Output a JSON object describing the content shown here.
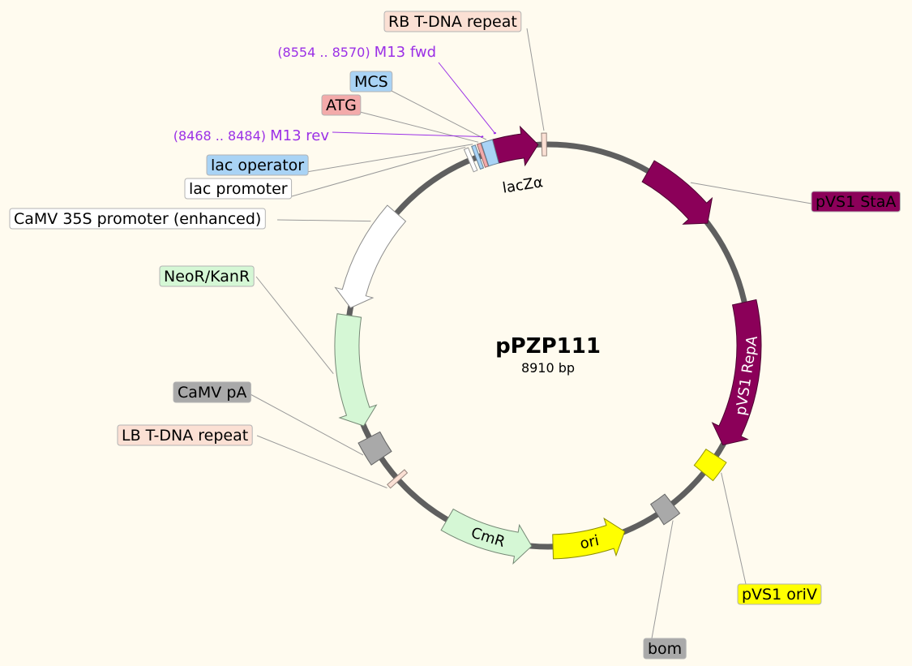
{
  "plasmid": {
    "name": "pPZP111",
    "size_label": "8910 bp",
    "total_bp": 8910
  },
  "colors": {
    "background": "#fffbef",
    "backbone": "#5f5f5f",
    "magenta": "#8b0059",
    "yellow": "#ffff00",
    "green": "#d5f7d5",
    "gray": "#a9a9a9",
    "blue": "#a9d3f5",
    "pink": "#f3aaaa",
    "peach": "#fbe0d4",
    "white": "#ffffff",
    "primer": "#9b30e6"
  },
  "features": [
    {
      "id": "lacz",
      "type": "arrow",
      "label": "lacZα",
      "start": 8536,
      "end": 8840,
      "dir": 1,
      "color": "magenta",
      "label_mode": "outside"
    },
    {
      "id": "stata",
      "type": "arrow",
      "label": "pVS1 StaA",
      "start": 740,
      "end": 1300,
      "dir": 1,
      "color": "magenta"
    },
    {
      "id": "repa",
      "type": "arrow",
      "label": "pVS1 RepA",
      "start": 1920,
      "end": 2960,
      "dir": 1,
      "color": "magenta",
      "label_mode": "inside",
      "text_color": "#ffffff"
    },
    {
      "id": "oriv",
      "type": "box",
      "label": "pVS1 oriV",
      "start": 3050,
      "end": 3200,
      "color": "yellow"
    },
    {
      "id": "bom",
      "type": "box",
      "label": "bom",
      "start": 3510,
      "end": 3640,
      "color": "gray"
    },
    {
      "id": "ori",
      "type": "arrow",
      "label": "ori",
      "start": 3900,
      "end": 4420,
      "dir": -1,
      "color": "yellow",
      "label_mode": "inside",
      "text_color": "#000000"
    },
    {
      "id": "cmr",
      "type": "arrow",
      "label": "CmR",
      "start": 4570,
      "end": 5200,
      "dir": -1,
      "color": "green",
      "label_mode": "inside",
      "text_color": "#000000"
    },
    {
      "id": "lbrepeat",
      "type": "box",
      "label": "LB T-DNA repeat",
      "start": 5640,
      "end": 5672,
      "color": "peach"
    },
    {
      "id": "camvpa",
      "type": "box",
      "label": "CaMV pA",
      "start": 5840,
      "end": 6010,
      "color": "gray"
    },
    {
      "id": "neor",
      "type": "arrow",
      "label": "NeoR/KanR",
      "start": 6100,
      "end": 6895,
      "dir": -1,
      "color": "green"
    },
    {
      "id": "camv35s",
      "type": "arrow",
      "label": "CaMV 35S promoter (enhanced)",
      "start": 6950,
      "end": 7700,
      "dir": -1,
      "color": "white"
    },
    {
      "id": "lacpromoter",
      "type": "box",
      "label": "lac promoter",
      "start": 8336,
      "end": 8366,
      "color": "white"
    },
    {
      "id": "lacoperator",
      "type": "box",
      "label": "lac operator",
      "start": 8392,
      "end": 8414,
      "color": "blue"
    },
    {
      "id": "atg",
      "type": "box",
      "label": "ATG",
      "start": 8438,
      "end": 8446,
      "color": "pink"
    },
    {
      "id": "mcs",
      "type": "box",
      "label": "MCS",
      "start": 8458,
      "end": 8536,
      "color": "blue"
    },
    {
      "id": "rbrepeat",
      "type": "box",
      "label": "RB T-DNA repeat",
      "start": 8866,
      "end": 8900,
      "color": "peach"
    }
  ],
  "primers": [
    {
      "id": "m13rev",
      "name": "M13 rev",
      "range": "(8468 .. 8484)",
      "start": 8468,
      "end": 8484,
      "color": "primer"
    },
    {
      "id": "m13fwd",
      "name": "M13 fwd",
      "range": "(8554 .. 8570)",
      "start": 8554,
      "end": 8570,
      "color": "primer"
    }
  ]
}
